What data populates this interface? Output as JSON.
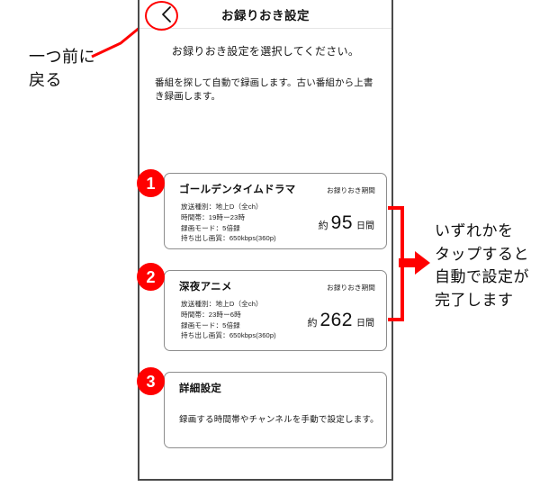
{
  "annotations": {
    "left": "一つ前に\n戻る",
    "right": "いずれかを\nタップすると\n自動で設定が\n完了します"
  },
  "screen": {
    "header": {
      "title": "お録りおき設定",
      "back_icon": "chevron-left-icon"
    },
    "lead_text": "お録りおき設定を選択してください。",
    "body_text": "番組を探して自動で録画します。古い番組から上書き録画します。",
    "cards": [
      {
        "badge": "1",
        "title": "ゴールデンタイムドラマ",
        "specs": "放送種別：地上D（全ch）\n時間帯：19時ー23時\n録画モード：5倍録\n持ち出し画質：650kbps(360p)",
        "period_label": "お録りおき期間",
        "period_approx": "約",
        "period_value": "95",
        "period_unit": "日間"
      },
      {
        "badge": "2",
        "title": "深夜アニメ",
        "specs": "放送種別：地上D（全ch）\n時間帯：23時ー6時\n録画モード：5倍録\n持ち出し画質：650kbps(360p)",
        "period_label": "お録りおき期間",
        "period_approx": "約",
        "period_value": "262",
        "period_unit": "日間"
      },
      {
        "badge": "3",
        "title": "詳細設定",
        "description": "録画する時間帯やチャンネルを手動で設定します。"
      }
    ]
  },
  "colors": {
    "accent_red": "#ff0000",
    "frame": "#4a4a4a",
    "card_border": "#8d8d8d"
  }
}
